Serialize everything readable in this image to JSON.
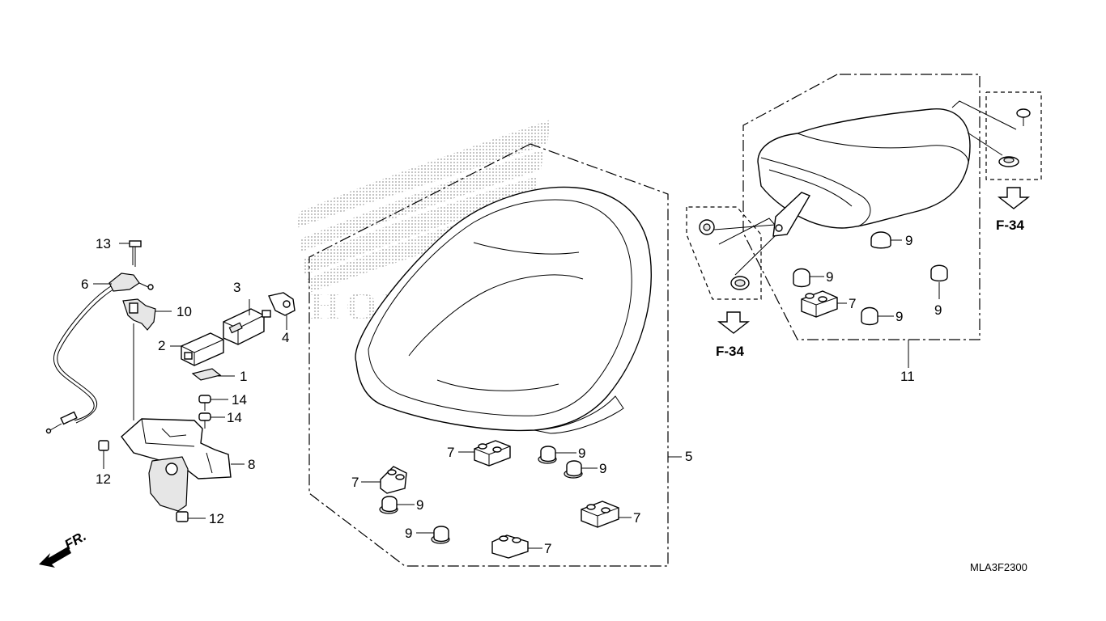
{
  "callouts": {
    "c1": "1",
    "c2": "2",
    "c3": "3",
    "c4": "4",
    "c5": "5",
    "c6": "6",
    "c7": "7",
    "c8": "8",
    "c9": "9",
    "c10": "10",
    "c11": "11",
    "c12": "12",
    "c13": "13",
    "c14": "14"
  },
  "references": {
    "left": "F-34",
    "right": "F-34"
  },
  "direction": "FR.",
  "diagram_code": "MLA3F2300",
  "watermark_text": "HONDA"
}
